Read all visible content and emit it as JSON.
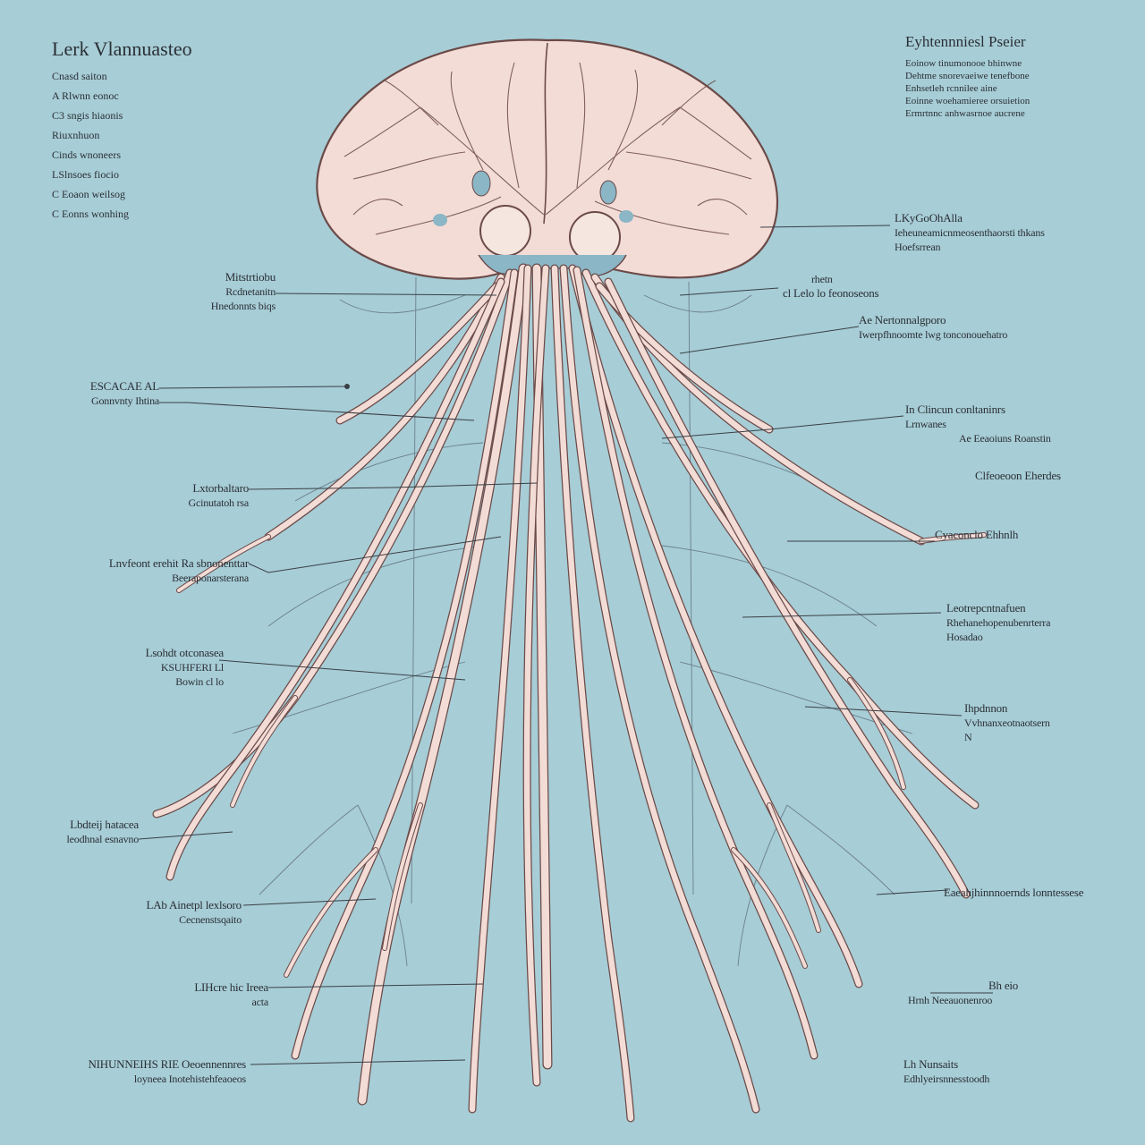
{
  "legend": {
    "title": "Lerk Vlannuasteo",
    "items": [
      "Cnasd saiton",
      "A Rlwnn eonoc",
      "C3 sngis hiaonis",
      "Riuxnhuon",
      "Cinds wnoneers",
      "LSlnsoes fiocio",
      "C Eoaon weilsog",
      "C Eonns wonhing"
    ]
  },
  "description": {
    "title": "Eyhtennniesl Pseier",
    "lines": [
      "Eoinow tinumonooe bhinwne",
      "Dehtme snorevaeiwe tenefbone",
      "Enhsetleh rcnnilee aine",
      "Eoinne woehamieree orsuietion",
      "Ermrtnnc anhwasrnoe aucrene"
    ]
  },
  "labels_left": [
    {
      "id": "l1",
      "lines": [
        "Mitstrtiobu",
        "Rcdnetanitn",
        "Hnedonnts biqs"
      ]
    },
    {
      "id": "l2",
      "lines": [
        "ESCACAE AL",
        "Gonnvnty Ihtina"
      ]
    },
    {
      "id": "l3",
      "lines": [
        "Lxtorbaltaro",
        "Gcinutatoh rsa"
      ]
    },
    {
      "id": "l4",
      "lines": [
        "Lnvfeont erehit Ra sbnonenttar",
        "Beeraponarsterana"
      ]
    },
    {
      "id": "l5",
      "lines": [
        "Lsohdt otconasea",
        "KSUHFERI Ll",
        "Bowin cl lo"
      ]
    },
    {
      "id": "l6",
      "lines": [
        "Lbdteij hatacea",
        "leodhnal esnavno"
      ]
    },
    {
      "id": "l7",
      "lines": [
        "LAb Ainetpl lexlsoro",
        "Cecnenstsqaito"
      ]
    },
    {
      "id": "l8",
      "lines": [
        "LIHcre hic Ireea",
        "acta"
      ]
    },
    {
      "id": "l9",
      "lines": [
        "NIHUNNEIHS RIE Oeoennennres",
        "loyneea Inotehistehfeaoeos"
      ]
    }
  ],
  "labels_right": [
    {
      "id": "r1",
      "lines": [
        "LKyGoOhAlla",
        "Ieheuneamicnmeosenthaorsti thkans",
        "Hoefsrrean"
      ]
    },
    {
      "id": "r2",
      "lines": [
        "rhetn",
        "cl Lelo lo feonoseons"
      ]
    },
    {
      "id": "r3",
      "lines": [
        "Ae Nertonnalgporo",
        "Iwerpfhnoomte lwg tonconouehatro"
      ]
    },
    {
      "id": "r4",
      "lines": [
        "In Clincun conltaninrs",
        "Lrnwanes",
        "Ae Eeaoiuns Roanstin"
      ]
    },
    {
      "id": "r5",
      "lines": [
        "Clfeoeoon Eherdes"
      ]
    },
    {
      "id": "r6",
      "lines": [
        "Cyaconclo Ehhnlh"
      ]
    },
    {
      "id": "r7",
      "lines": [
        "Leotrepcntnafuen",
        "Rhehanehopenubenrterra",
        "Hosadao"
      ]
    },
    {
      "id": "r8",
      "lines": [
        "Ihpdnnon",
        "Vvhnanxeotnaotsern",
        "N"
      ]
    },
    {
      "id": "r9",
      "lines": [
        "Eaeahjhinnnoernds lonntessese"
      ]
    },
    {
      "id": "r10",
      "lines": [
        "Bh eio",
        "Hrnh Neeauonenroo"
      ]
    },
    {
      "id": "r11",
      "lines": [
        "Lh Nunsaits",
        "Edhlyeirsnnesstoodh"
      ]
    }
  ],
  "colors": {
    "background": "#a7cdd6",
    "tissue": "#f3dcd6",
    "outline": "#6b4a48",
    "vessel": "#52606e",
    "blue_accent": "#8ab6c6"
  }
}
